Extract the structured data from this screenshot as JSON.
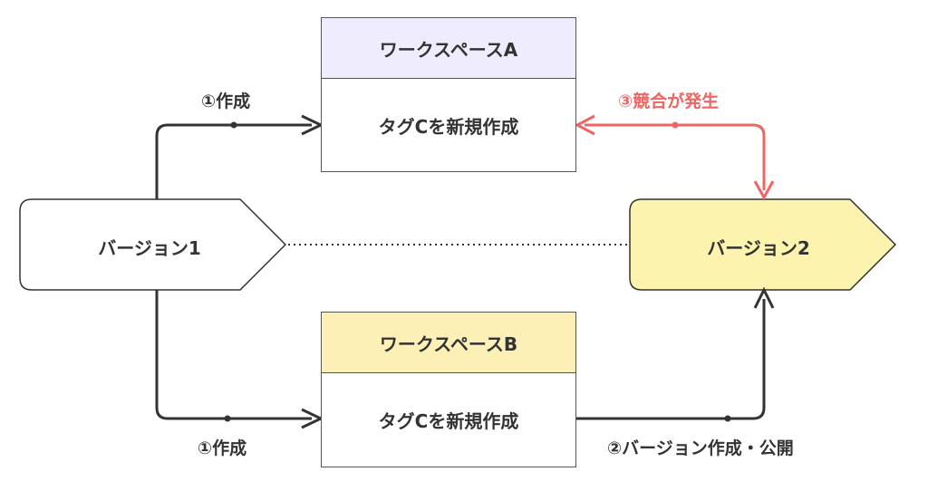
{
  "workspace_a": {
    "title": "ワークスペースA",
    "body": "タグCを新規作成",
    "header_color": "#efedfd"
  },
  "workspace_b": {
    "title": "ワークスペースB",
    "body": "タグCを新規作成",
    "header_color": "#fcf0b7"
  },
  "version1": {
    "label": "バージョン1",
    "fill": "#ffffff"
  },
  "version2": {
    "label": "バージョン2",
    "fill": "#fbf3ae"
  },
  "edges": {
    "create_a": "①作成",
    "create_b": "①作成",
    "conflict": "③競合が発生",
    "publish": "②バージョン作成・公開"
  },
  "colors": {
    "line": "#333333",
    "conflict": "#f06462"
  }
}
